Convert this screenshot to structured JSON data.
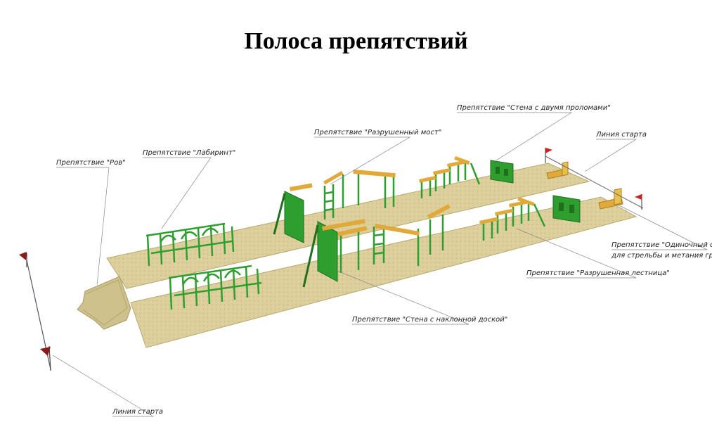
{
  "title": "Полоса препятствий",
  "labels": {
    "moat": "Препятствие \"Ров\"",
    "labyrinth": "Препятствие \"Лабиринт\"",
    "broken_bridge": "Препятствие \"Разрушенный мост\"",
    "wall_two_breaches": "Препятствие \"Стена с двумя проломами\"",
    "start_line_top": "Линия старта",
    "single_trench_line1": "Препятствие \"Одиночный окоп\"",
    "single_trench_line2": "для стрельбы и метания гранат",
    "broken_ladder": "Препятствие \"Разрушенная лестница\"",
    "wall_inclined_board": "Препятствие \"Стена с наклонной доской\"",
    "start_line_bottom": "Линия старта"
  },
  "colors": {
    "sand": "#d9cc98",
    "sand_edge": "#b8a970",
    "green": "#2e9e2e",
    "green_dark": "#1f6f1f",
    "beam": "#e0a93a",
    "flag": "#8b1a1a",
    "flag_right": "#cc2222",
    "leader": "#888888"
  }
}
